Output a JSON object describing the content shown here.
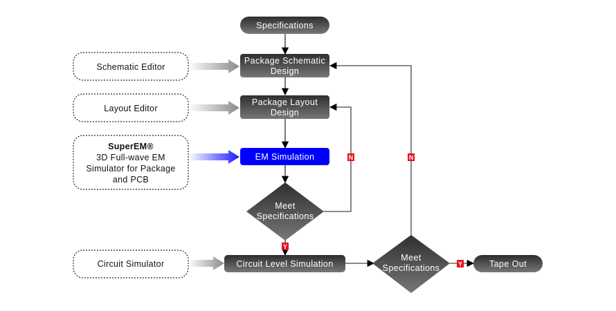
{
  "diagram": {
    "nodes": {
      "specifications": "Specifications",
      "schematic_design_1": "Package Schematic",
      "schematic_design_2": "Design",
      "layout_design_1": "Package Layout",
      "layout_design_2": "Design",
      "em_simulation": "EM Simulation",
      "decision1_1": "Meet",
      "decision1_2": "Specifications",
      "circuit_sim": "Circuit Level Simulation",
      "decision2_1": "Meet",
      "decision2_2": "Specifications",
      "tape_out": "Tape Out"
    },
    "tools": {
      "schematic_editor": "Schematic Editor",
      "layout_editor": "Layout Editor",
      "superem_title": "SuperEM®",
      "superem_line1": "3D Full-wave EM",
      "superem_line2": "Simulator for Package",
      "superem_line3": "and PCB",
      "circuit_simulator": "Circuit Simulator"
    },
    "edge_labels": {
      "no": "N",
      "yes": "Y"
    },
    "colors": {
      "node_dark": "#3a3a3a",
      "node_light": "#707070",
      "em_highlight": "#0000ff",
      "label_red": "#e8101a",
      "edge": "#444444"
    }
  }
}
